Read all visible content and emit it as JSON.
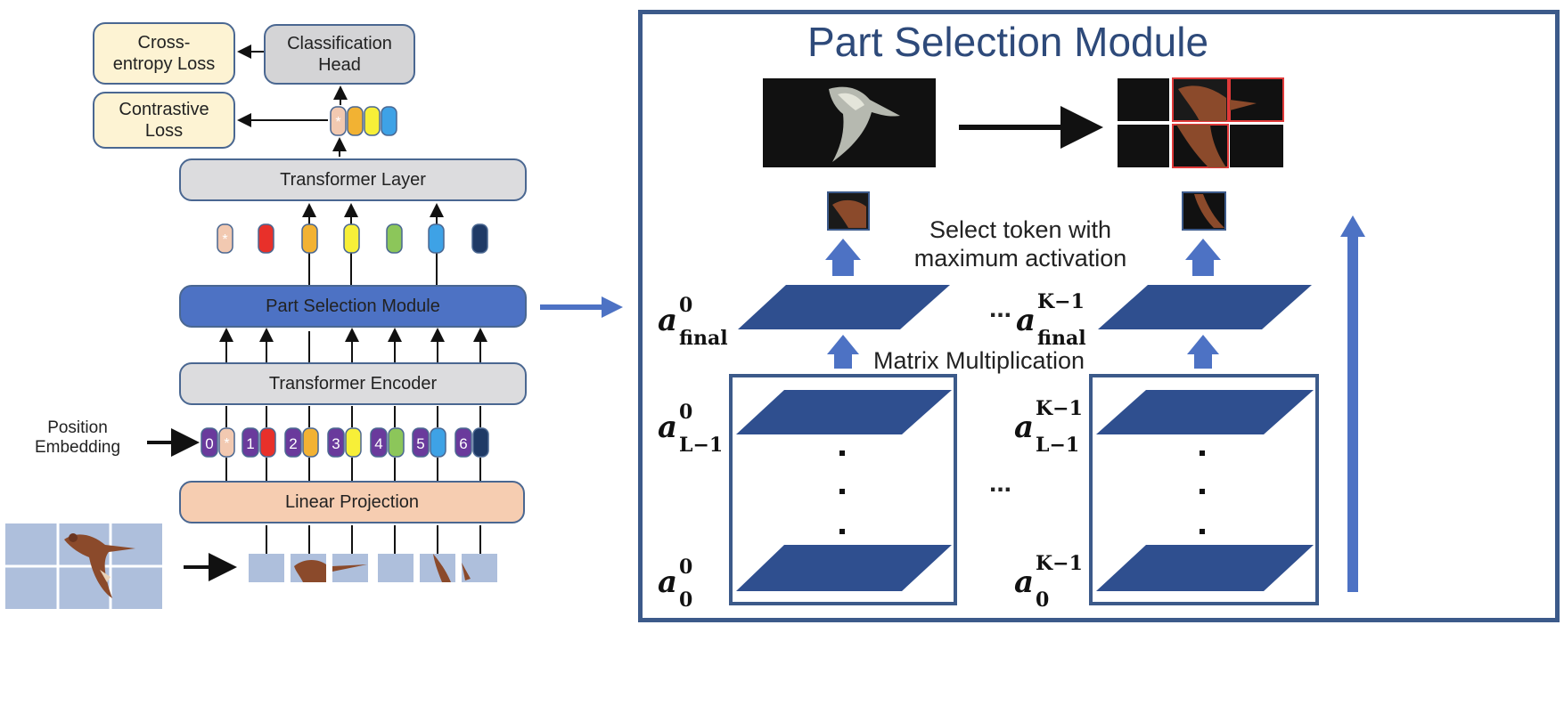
{
  "left": {
    "cross_entropy_loss": "Cross-\nentropy Loss",
    "contrastive_loss": "Contrastive\nLoss",
    "classification_head": "Classification\nHead",
    "transformer_layer": "Transformer Layer",
    "part_selection_module": "Part Selection Module",
    "transformer_encoder": "Transformer Encoder",
    "linear_projection": "Linear Projection",
    "position_embedding": "Position\nEmbedding",
    "position_indices": [
      "0",
      "1",
      "2",
      "3",
      "4",
      "5",
      "6"
    ],
    "cls_symbol": "*"
  },
  "right": {
    "title": "Part Selection Module",
    "select_text": "Select token with\nmaximum activation",
    "matrix_text": "Matrix Multiplication",
    "ellipsis": "...",
    "labels": {
      "a_final_0": {
        "base": "a",
        "sup": "0",
        "sub": "final"
      },
      "a_final_k": {
        "base": "a",
        "sup": "K−1",
        "sub": "final"
      },
      "a_L1_0": {
        "base": "a",
        "sup": "0",
        "sub": "L−1"
      },
      "a_L1_k": {
        "base": "a",
        "sup": "K−1",
        "sub": "L−1"
      },
      "a_0_0": {
        "base": "a",
        "sup": "0",
        "sub": "0"
      },
      "a_0_k": {
        "base": "a",
        "sup": "K−1",
        "sub": "0"
      }
    }
  },
  "colors": {
    "token_colors": [
      "#f2c9b1",
      "#e8302a",
      "#f2b233",
      "#f7ef38",
      "#8cc65a",
      "#3ea2e6",
      "#1f3a66"
    ],
    "position_purple": "#6a3a9c",
    "accent_blue": "#4d72c4",
    "plane_blue": "#2f4f8f",
    "frame_blue": "#3c5a8a"
  }
}
